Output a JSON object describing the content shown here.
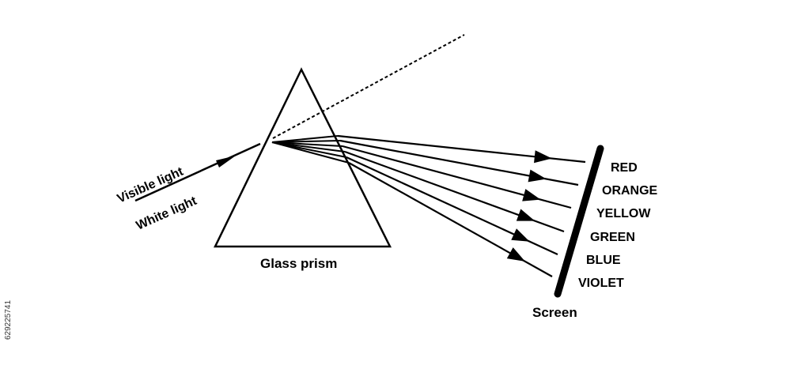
{
  "incoming_labels": {
    "top": "Visible light",
    "bottom": "White light"
  },
  "prism_label": "Glass prism",
  "screen_label": "Screen",
  "colors": [
    "RED",
    "ORANGE",
    "YELLOW",
    "GREEN",
    "BLUE",
    "VIOLET"
  ],
  "stock_id": "629225741",
  "line_color": "#000000"
}
